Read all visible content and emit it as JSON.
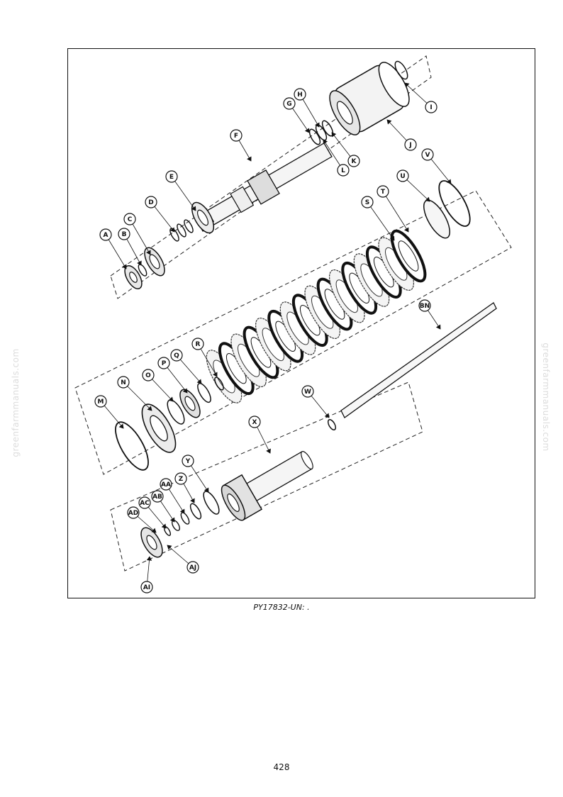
{
  "figure": {
    "caption": "PY17832-UN: .",
    "page_number": "428",
    "watermark": "greenfarmmanuals.com",
    "callouts": [
      {
        "id": "A",
        "label": "A"
      },
      {
        "id": "B",
        "label": "B"
      },
      {
        "id": "C",
        "label": "C"
      },
      {
        "id": "D",
        "label": "D"
      },
      {
        "id": "E",
        "label": "E"
      },
      {
        "id": "F",
        "label": "F"
      },
      {
        "id": "G",
        "label": "G"
      },
      {
        "id": "H",
        "label": "H"
      },
      {
        "id": "I",
        "label": "I"
      },
      {
        "id": "J",
        "label": "J"
      },
      {
        "id": "K",
        "label": "K"
      },
      {
        "id": "L",
        "label": "L"
      },
      {
        "id": "M",
        "label": "M"
      },
      {
        "id": "N",
        "label": "N"
      },
      {
        "id": "O",
        "label": "O"
      },
      {
        "id": "P",
        "label": "P"
      },
      {
        "id": "Q",
        "label": "Q"
      },
      {
        "id": "R",
        "label": "R"
      },
      {
        "id": "S",
        "label": "S"
      },
      {
        "id": "T",
        "label": "T"
      },
      {
        "id": "U",
        "label": "U"
      },
      {
        "id": "V",
        "label": "V"
      },
      {
        "id": "W",
        "label": "W"
      },
      {
        "id": "X",
        "label": "X"
      },
      {
        "id": "Y",
        "label": "Y"
      },
      {
        "id": "Z",
        "label": "Z"
      },
      {
        "id": "AA",
        "label": "AA"
      },
      {
        "id": "AB",
        "label": "AB"
      },
      {
        "id": "AC",
        "label": "AC"
      },
      {
        "id": "AD",
        "label": "AD"
      },
      {
        "id": "AI",
        "label": "AI"
      },
      {
        "id": "AJ",
        "label": "AJ"
      },
      {
        "id": "BN",
        "label": "BN"
      }
    ]
  }
}
